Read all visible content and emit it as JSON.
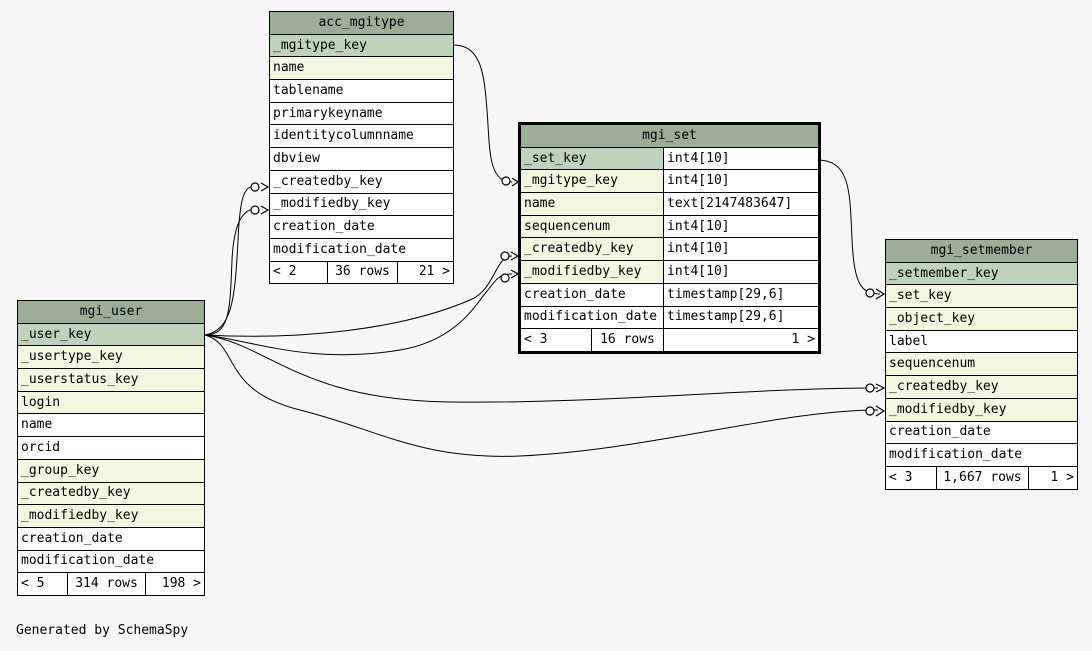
{
  "tables": {
    "acc_mgitype": {
      "name": "acc_mgitype",
      "columns": [
        {
          "name": "_mgitype_key",
          "kind": "pk"
        },
        {
          "name": "name",
          "kind": "fk"
        },
        {
          "name": "tablename",
          "kind": "plain"
        },
        {
          "name": "primarykeyname",
          "kind": "plain"
        },
        {
          "name": "identitycolumnname",
          "kind": "plain"
        },
        {
          "name": "dbview",
          "kind": "plain"
        },
        {
          "name": "_createdby_key",
          "kind": "plain"
        },
        {
          "name": "_modifiedby_key",
          "kind": "plain"
        },
        {
          "name": "creation_date",
          "kind": "plain"
        },
        {
          "name": "modification_date",
          "kind": "plain"
        }
      ],
      "footer": {
        "parents": "< 2",
        "rows": "36 rows",
        "children": "21 >"
      }
    },
    "mgi_set": {
      "name": "mgi_set",
      "columns": [
        {
          "name": "_set_key",
          "type": "int4[10]",
          "kind": "pk"
        },
        {
          "name": "_mgitype_key",
          "type": "int4[10]",
          "kind": "fk"
        },
        {
          "name": "name",
          "type": "text[2147483647]",
          "kind": "fk"
        },
        {
          "name": "sequencenum",
          "type": "int4[10]",
          "kind": "fk"
        },
        {
          "name": "_createdby_key",
          "type": "int4[10]",
          "kind": "fk"
        },
        {
          "name": "_modifiedby_key",
          "type": "int4[10]",
          "kind": "fk"
        },
        {
          "name": "creation_date",
          "type": "timestamp[29,6]",
          "kind": "plain"
        },
        {
          "name": "modification_date",
          "type": "timestamp[29,6]",
          "kind": "plain"
        }
      ],
      "footer": {
        "parents": "< 3",
        "rows": "16 rows",
        "children": "1 >"
      }
    },
    "mgi_setmember": {
      "name": "mgi_setmember",
      "columns": [
        {
          "name": "_setmember_key",
          "kind": "pk"
        },
        {
          "name": "_set_key",
          "kind": "fk"
        },
        {
          "name": "_object_key",
          "kind": "fk"
        },
        {
          "name": "label",
          "kind": "plain"
        },
        {
          "name": "sequencenum",
          "kind": "fk"
        },
        {
          "name": "_createdby_key",
          "kind": "fk"
        },
        {
          "name": "_modifiedby_key",
          "kind": "fk"
        },
        {
          "name": "creation_date",
          "kind": "plain"
        },
        {
          "name": "modification_date",
          "kind": "plain"
        }
      ],
      "footer": {
        "parents": "< 3",
        "rows": "1,667 rows",
        "children": "1 >"
      }
    },
    "mgi_user": {
      "name": "mgi_user",
      "columns": [
        {
          "name": "_user_key",
          "kind": "pk"
        },
        {
          "name": "_usertype_key",
          "kind": "fk"
        },
        {
          "name": "_userstatus_key",
          "kind": "fk"
        },
        {
          "name": "login",
          "kind": "fk"
        },
        {
          "name": "name",
          "kind": "plain"
        },
        {
          "name": "orcid",
          "kind": "plain"
        },
        {
          "name": "_group_key",
          "kind": "fk"
        },
        {
          "name": "_createdby_key",
          "kind": "fk"
        },
        {
          "name": "_modifiedby_key",
          "kind": "fk"
        },
        {
          "name": "creation_date",
          "kind": "plain"
        },
        {
          "name": "modification_date",
          "kind": "plain"
        }
      ],
      "footer": {
        "parents": "< 5",
        "rows": "314 rows",
        "children": "198 >"
      }
    }
  },
  "footer_note": "Generated by SchemaSpy"
}
